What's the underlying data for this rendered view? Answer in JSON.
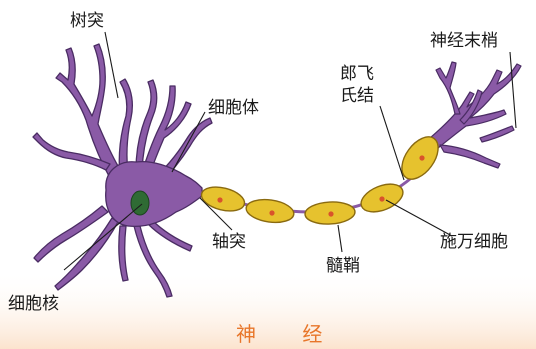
{
  "labels": {
    "dendrite": "树突",
    "cell_body": "细胞体",
    "nodes_of_ranvier_line1": "郎飞",
    "nodes_of_ranvier_line2": "氏结",
    "nerve_endings": "神经末梢",
    "axon": "轴突",
    "myelin_sheath": "髓鞘",
    "schwann_cell": "施万细胞",
    "nucleus": "细胞核"
  },
  "caption": "神 经",
  "colors": {
    "cell_body": "#8a5aa6",
    "cell_body_outline": "#4a2c63",
    "nucleus": "#2f6b34",
    "myelin": "#e6c22e",
    "myelin_outline": "#8a6a10",
    "schwann_nucleus": "#d9532b",
    "leader_line": "#1a1a1a",
    "caption": "#e8762a",
    "bottom_wash": "#fbe7d6"
  }
}
